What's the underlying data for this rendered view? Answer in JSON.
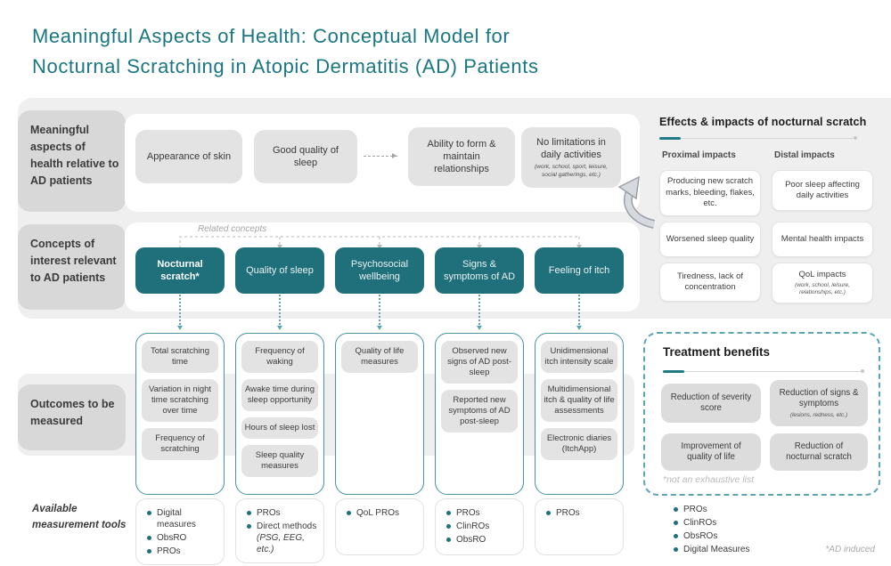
{
  "title": {
    "line1": "Meaningful Aspects of Health: Conceptual Model for",
    "line2": "Nocturnal Scratching in Atopic Dermatitis (AD) Patients"
  },
  "colors": {
    "title_teal": "#1a7781",
    "concept_teal": "#20707b",
    "accent_teal": "#1f7a85",
    "band_grey": "#efefef",
    "label_grey": "#d8d8d8",
    "box_grey": "#e3e3e3"
  },
  "meaningful": {
    "label": "Meaningful aspects of health relative to AD patients",
    "items": [
      {
        "text": "Appearance of skin"
      },
      {
        "text": "Good quality of sleep"
      },
      {
        "text": "Ability to form & maintain relationships"
      },
      {
        "text": "No limitations in daily activities",
        "subtext": "(work, school, sport, leisure, social gatherings, etc.)"
      }
    ]
  },
  "effects": {
    "title": "Effects & impacts of nocturnal scratch",
    "proximal_header": "Proximal impacts",
    "distal_header": "Distal impacts",
    "proximal": [
      {
        "text": "Producing new scratch marks, bleeding, flakes, etc."
      },
      {
        "text": "Worsened sleep quality"
      },
      {
        "text": "Tiredness, lack of concentration"
      }
    ],
    "distal": [
      {
        "text": "Poor sleep affecting daily activities"
      },
      {
        "text": "Mental health impacts"
      },
      {
        "text": "QoL impacts",
        "subtext": "(work, school, leisure, relationships, etc.)"
      }
    ]
  },
  "concepts": {
    "label": "Concepts of interest relevant to AD patients",
    "related_label": "Related concepts",
    "items": [
      {
        "text": "Nocturnal scratch*"
      },
      {
        "text": "Quality of sleep"
      },
      {
        "text": "Psychosocial wellbeing"
      },
      {
        "text": "Signs & symptoms of AD"
      },
      {
        "text": "Feeling of itch"
      }
    ]
  },
  "outcomes": {
    "label": "Outcomes to be measured",
    "columns": [
      {
        "items": [
          "Total scratching time",
          "Variation in night time scratching over time",
          "Frequency of scratching"
        ]
      },
      {
        "items": [
          "Frequency of waking",
          "Awake time during sleep opportunity",
          "Hours of sleep lost",
          "Sleep quality measures"
        ]
      },
      {
        "items": [
          "Quality of life measures"
        ]
      },
      {
        "items": [
          "Observed new signs of AD post-sleep",
          "Reported new symptoms of AD post-sleep"
        ]
      },
      {
        "items": [
          "Unidimensional itch intensity scale",
          "Multidimensional itch & quality of life assessments",
          "Electronic diaries (ItchApp)"
        ]
      }
    ]
  },
  "treatment": {
    "title": "Treatment benefits",
    "items": [
      {
        "text": "Reduction of severity score"
      },
      {
        "text": "Reduction of signs & symptoms",
        "subtext": "(lesions, redness, etc.)"
      },
      {
        "text": "Improvement of quality of life"
      },
      {
        "text": "Reduction of nocturnal scratch"
      }
    ],
    "footnote": "*not an exhaustive list"
  },
  "tools": {
    "label": "Available measurement tools",
    "columns": [
      {
        "bullets": [
          {
            "text": "Digital measures"
          },
          {
            "text": "ObsRO"
          },
          {
            "text": "PROs"
          }
        ]
      },
      {
        "bullets": [
          {
            "text": "PROs"
          },
          {
            "text": "Direct methods",
            "subtext": "(PSG, EEG, etc.)"
          }
        ]
      },
      {
        "bullets": [
          {
            "text": "QoL PROs"
          }
        ]
      },
      {
        "bullets": [
          {
            "text": "PROs"
          },
          {
            "text": "ClinROs"
          },
          {
            "text": "ObsRO"
          }
        ]
      },
      {
        "bullets": [
          {
            "text": "PROs"
          }
        ]
      }
    ],
    "right_bullets": [
      {
        "text": "PROs"
      },
      {
        "text": "ClinROs"
      },
      {
        "text": "ObsROs"
      },
      {
        "text": "Digital Measures"
      }
    ]
  },
  "footnote_right": "*AD induced"
}
